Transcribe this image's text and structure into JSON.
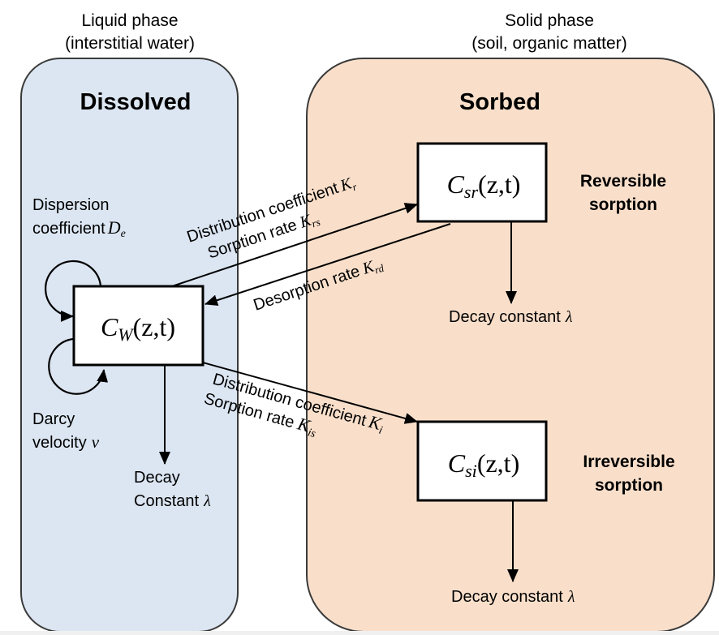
{
  "colors": {
    "liquid_fill": "#dce6f2",
    "solid_fill": "#f9dfca",
    "panel_border": "#3a3a3a",
    "box_fill": "#ffffff",
    "line": "#000000"
  },
  "liquid_phase": {
    "header_line1": "Liquid phase",
    "header_line2": "(interstitial water)",
    "title": "Dissolved",
    "node": {
      "symbol": "C",
      "subscript": "W",
      "args": "(z,t)"
    },
    "dispersion": {
      "line1": "Dispersion",
      "line2": "coefficient",
      "symbol": "D",
      "subscript": "e"
    },
    "darcy": {
      "line1": "Darcy",
      "line2": "velocity",
      "symbol": "v"
    },
    "decay": {
      "line1": "Decay",
      "line2": "Constant",
      "symbol": "λ"
    }
  },
  "solid_phase": {
    "header_line1": "Solid phase",
    "header_line2": "(soil, organic matter)",
    "title": "Sorbed",
    "reversible": {
      "node": {
        "symbol": "C",
        "subscript": "sr",
        "args": "(z,t)"
      },
      "label_line1": "Reversible",
      "label_line2": "sorption",
      "decay": {
        "text": "Decay constant",
        "symbol": "λ"
      }
    },
    "irreversible": {
      "node": {
        "symbol": "C",
        "subscript": "si",
        "args": "(z,t)"
      },
      "label_line1": "Irreversible",
      "label_line2": "sorption",
      "decay": {
        "text": "Decay constant",
        "symbol": "λ"
      }
    }
  },
  "edges": {
    "to_reversible": {
      "line1": "Distribution coefficient",
      "line1_symbol": "K",
      "line1_sub": "r",
      "line2": "Sorption rate",
      "line2_symbol": "K",
      "line2_sub": "rs"
    },
    "from_reversible": {
      "line1": "Desorption rate",
      "line1_symbol": "K",
      "line1_sub": "rd"
    },
    "to_irreversible": {
      "line1": "Distribution coefficient",
      "line1_symbol": "K",
      "line1_sub": "i",
      "line2": "Sorption rate",
      "line2_symbol": "K",
      "line2_sub": "is"
    }
  }
}
